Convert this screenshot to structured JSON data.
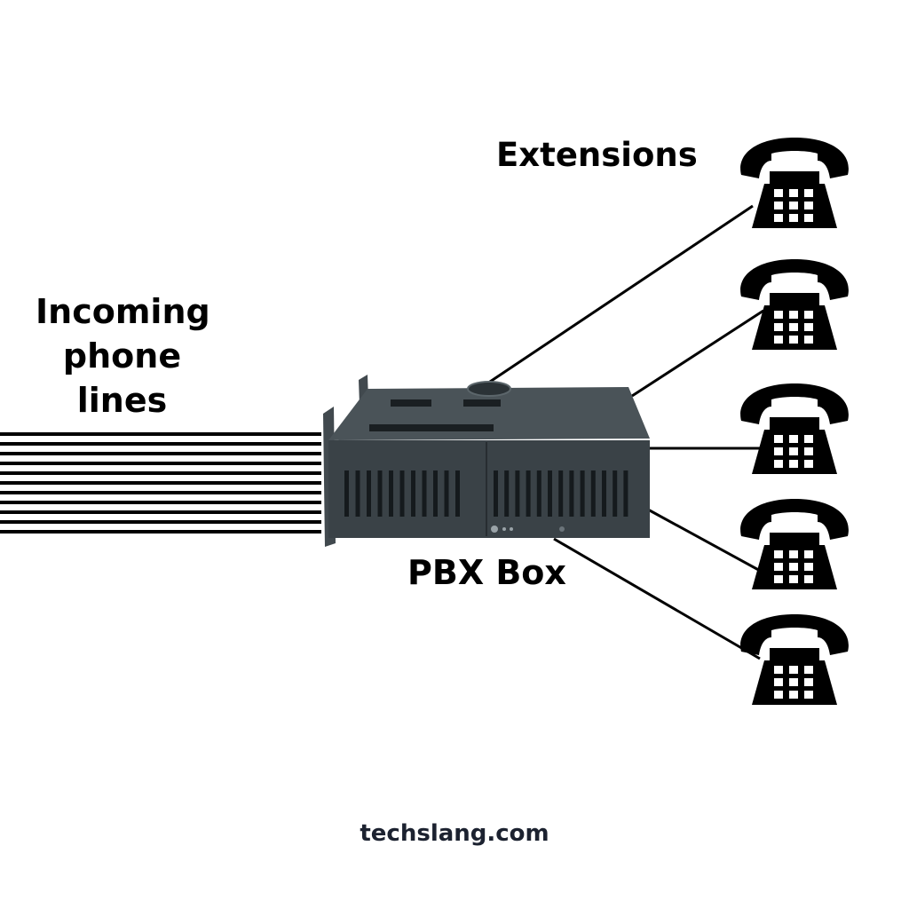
{
  "labels": {
    "incoming": "Incoming phone lines",
    "extensions": "Extensions",
    "pbx": "PBX Box",
    "footer": "techslang.com"
  },
  "diagram": {
    "incoming_line_count": 11,
    "extension_count": 5,
    "icons": {
      "pbx": "server-rack-icon",
      "extension": "telephone-icon"
    },
    "colors": {
      "line": "#000000",
      "phone": "#000000",
      "pbx_body": "#3a4247",
      "pbx_top": "#4a5358",
      "pbx_vent": "#151a1d",
      "footer_text": "#1c2230"
    }
  }
}
